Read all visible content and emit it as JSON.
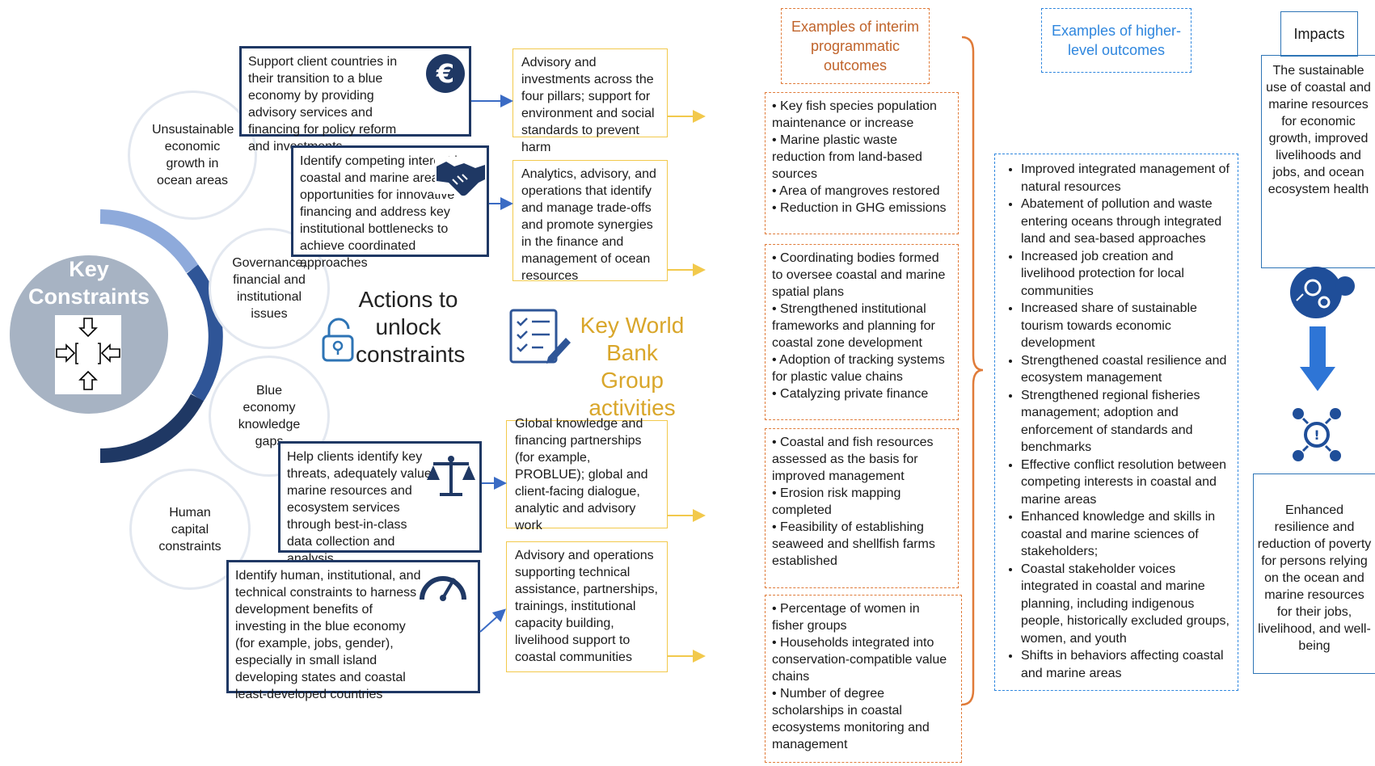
{
  "key_constraints": {
    "title_line1": "Key",
    "title_line2": "Constraints",
    "constraints": [
      "Unsustainable economic growth in ocean areas",
      "Governance, financial and institutional issues",
      "Blue economy knowledge gaps",
      "Human capital constraints"
    ]
  },
  "actions": {
    "heading_line1": "Actions to",
    "heading_line2": "unlock",
    "heading_line3": "constraints",
    "items": [
      "Support client countries in their transition to a blue economy by providing advisory services and financing for policy reform and investments",
      "Identify competing interest in coastal and marine areas, and  opportunities for innovative  financing and address key institutional bottlenecks to achieve coordinated approaches",
      "Help clients identify key threats, adequately value marine resources and ecosystem services through best-in-class data collection and analysis",
      "Identify human, institutional, and technical constraints to harness development benefits of investing in the blue economy (for example, jobs, gender), especially in small island developing states and coastal least-developed countries"
    ]
  },
  "activities": {
    "heading_line1": "Key World",
    "heading_line2": "Bank Group",
    "heading_line3": "activities",
    "items": [
      "Advisory and investments across the four pillars; support for environment and social standards to prevent harm",
      "Analytics, advisory, and operations that identify and manage trade-offs and promote synergies in the finance and management of ocean resources",
      "Global knowledge and financing partnerships (for example, PROBLUE); global and client-facing dialogue, analytic and advisory work",
      "Advisory and operations supporting technical assistance, partnerships, trainings, institutional capacity building, livelihood support to coastal communities"
    ]
  },
  "interim_outcomes": {
    "heading": "Examples of interim programmatic outcomes",
    "groups": [
      [
        "• Key fish species population maintenance or increase",
        "• Marine plastic waste reduction from land-based sources",
        "• Area of mangroves restored",
        "• Reduction in GHG emissions"
      ],
      [
        "• Coordinating bodies formed to oversee  coastal and marine spatial plans",
        "• Strengthened  institutional frameworks and planning for coastal zone development",
        "• Adoption of tracking systems for plastic value chains",
        "• Catalyzing private finance"
      ],
      [
        "• Coastal and fish resources assessed  as the basis for improved management",
        "• Erosion risk mapping completed",
        "• Feasibility of establishing seaweed and shellfish farms established"
      ],
      [
        "• Percentage of women in fisher groups",
        "• Households integrated into conservation-compatible value chains",
        "• Number of degree scholarships in coastal ecosystems monitoring and management"
      ]
    ]
  },
  "higher_outcomes": {
    "heading": "Examples of higher-level outcomes",
    "items": [
      "Improved integrated management of natural resources",
      "Abatement of pollution and waste entering oceans through integrated land and sea-based  approaches",
      "Increased job creation and livelihood protection for local communities",
      "Increased share of sustainable tourism towards economic development",
      "Strengthened coastal resilience and ecosystem management",
      "Strengthened regional fisheries management; adoption and enforcement of standards and benchmarks",
      "Effective conflict resolution between competing interests in coastal and marine areas",
      "Enhanced knowledge and skills in coastal and marine sciences of stakeholders;",
      "Coastal stakeholder voices integrated in coastal and marine planning, including indigenous people, historically excluded groups, women, and youth",
      "Shifts in behaviors affecting coastal and marine areas"
    ]
  },
  "impacts": {
    "heading": "Impacts",
    "impact1": "The sustainable use of coastal and marine resources for economic growth, improved livelihoods and jobs, and ocean ecosystem health",
    "impact2": "Enhanced resilience and reduction of poverty for persons relying on the ocean and marine resources for their jobs, livelihood, and well-being"
  },
  "icons": [
    "euro-icon",
    "handshake-icon",
    "scales-icon",
    "gauge-icon",
    "padlock-icon",
    "checklist-icon",
    "arrows-inward-icon",
    "gears-icon",
    "down-arrow-icon",
    "network-icon"
  ],
  "colors": {
    "navy": "#1f3864",
    "gold": "#d9a62a",
    "orange": "#e07b39",
    "blue": "#2e86de",
    "circle_grey": "#a7b3c3"
  }
}
